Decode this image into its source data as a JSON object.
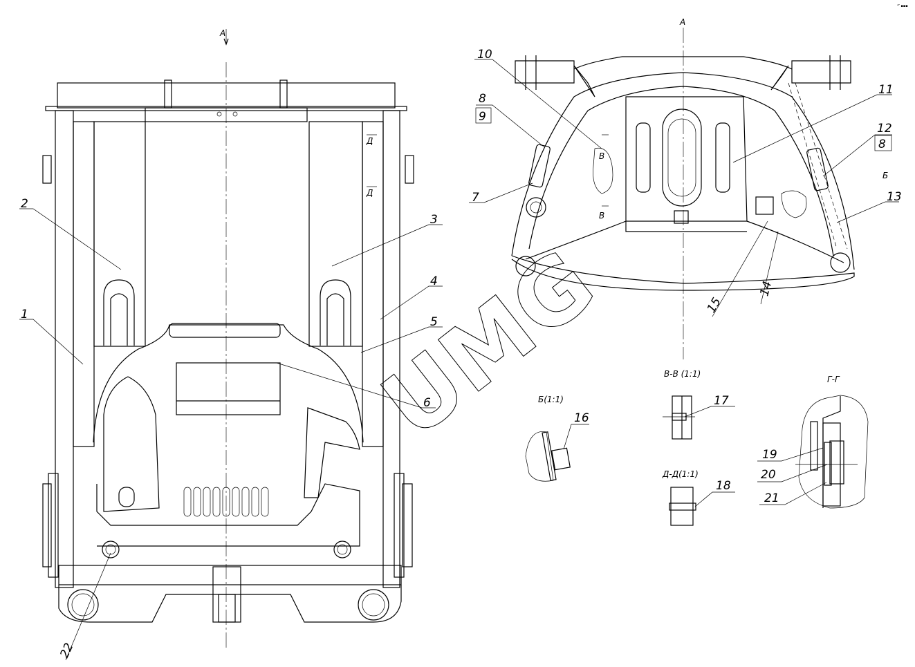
{
  "corner_note": "ᵃᴾ ▪▪▪",
  "watermark": "UMG",
  "view_marks": {
    "view_a_arrow": "A",
    "view_a_title": "A",
    "section_d1": "Д",
    "section_d2": "Д",
    "section_v1": "В",
    "section_v2": "В",
    "section_b": "Б"
  },
  "section_titles": {
    "b": "Б(1:1)",
    "vv": "В-В (1:1)",
    "dd": "Д-Д(1:1)",
    "gg": "Г-Г"
  },
  "callouts": [
    "1",
    "2",
    "3",
    "4",
    "5",
    "6",
    "7",
    "8",
    "9",
    "10",
    "11",
    "12",
    "13",
    "14",
    "15",
    "16",
    "17",
    "18",
    "19",
    "20",
    "21",
    "22"
  ],
  "callout_extra": {
    "boxed_8": "8"
  }
}
